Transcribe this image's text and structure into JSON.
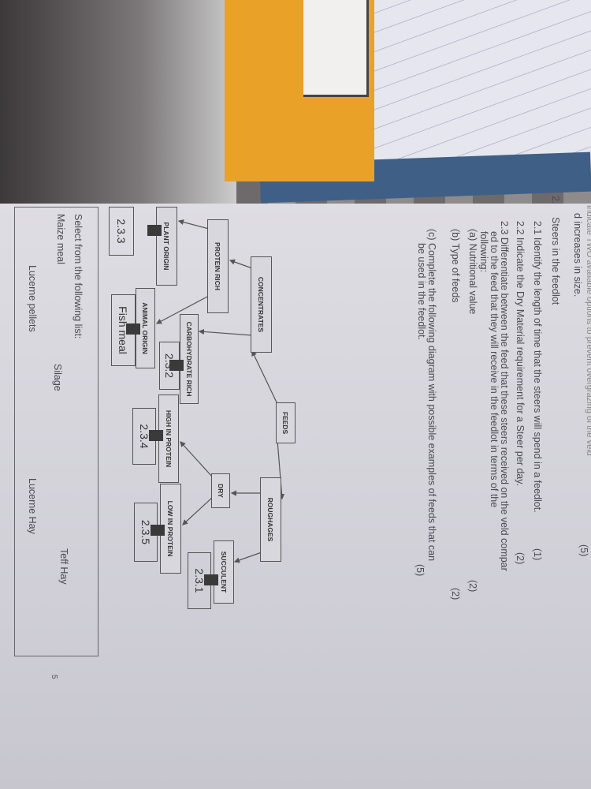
{
  "prev": {
    "cut_line": "indicate TWO available options to prevent overgrazing of the veld",
    "end": "d increases in size.",
    "marks": "(5)"
  },
  "q2": {
    "number": "2.",
    "title": "Steers in the feedlot",
    "q21": {
      "text": "2.1 Identify the length of time that the steers will spend in a feedlot.",
      "marks": "(1)"
    },
    "q22": {
      "text": "2.2 Indicate the Dry Material requirement for a Steer per day.",
      "marks": "(2)"
    },
    "q23": {
      "line1": "2.3 Differentiate between the feed that these steers received on the veld compar",
      "line2": "ed to the feed that they will receive in the feedlot in terms of the",
      "line3": "following:"
    },
    "a": {
      "text": "(a)  Nutritional value",
      "marks": "(2)"
    },
    "b": {
      "text": "(b)  Type of feeds",
      "marks": "(2)"
    },
    "c": {
      "line1": "(c)  Complete the following diagram with possible examples of feeds that can",
      "line2": "be used in the feedlot.",
      "marks": "(5)"
    }
  },
  "diagram": {
    "feeds": "FEEDS",
    "concentrates": "CONCENTRATES",
    "roughages": "ROUGHAGES",
    "protein_rich": "PROTEIN RICH",
    "carbohydrate_rich": "CARBOHYDRATE RICH",
    "plant_origin": "PLANT ORIGIN",
    "animal_origin": "ANIMAL ORIGIN",
    "dry": "DRY",
    "succulent": "SUCCULENT",
    "high_protein": "HIGH IN PROTEIN",
    "low_protein": "LOW IN PROTEIN",
    "a231": "2.3.1",
    "a232": "2.3.2",
    "a233": "2.3.3",
    "a234": "2.3.4",
    "a235": "2.3.5",
    "fish_meal": "Fish meal"
  },
  "list": {
    "heading": "Select from the following list:",
    "items": [
      "Maize meal",
      "Silage",
      "Teff Hay",
      "Lucerne pellets",
      "Lucerne Hay"
    ]
  },
  "page_number": "5"
}
